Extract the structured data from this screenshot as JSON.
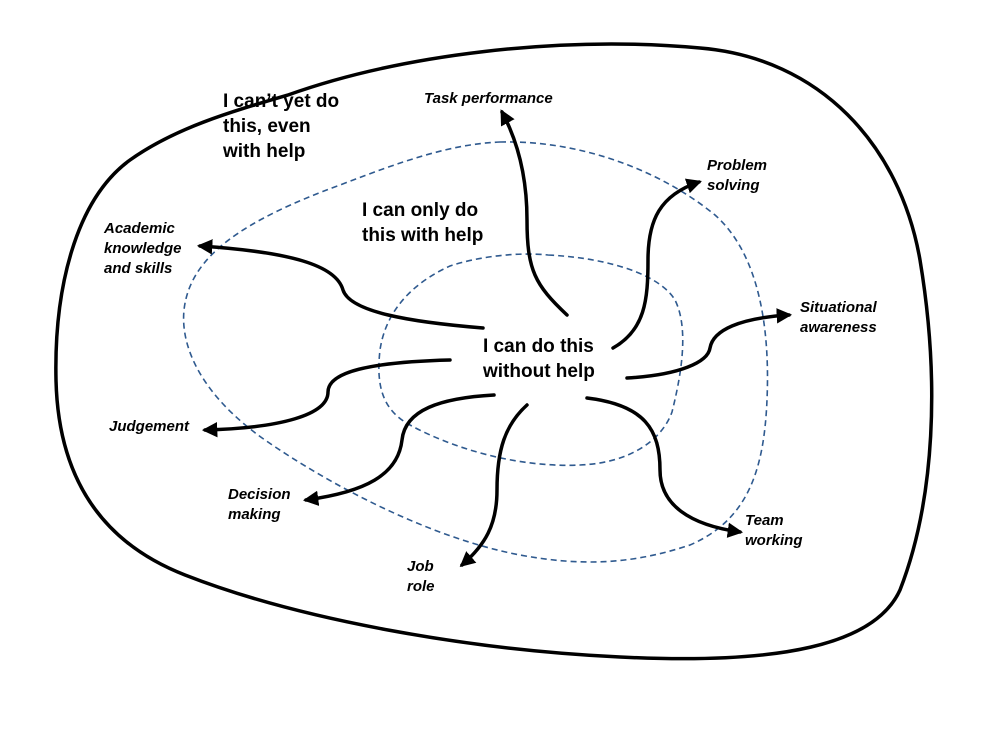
{
  "zones": {
    "outer": [
      "I can’t yet do",
      "this, even",
      "with help"
    ],
    "middle": [
      "I can only do",
      "this with help"
    ],
    "inner": [
      "I can do this",
      "without help"
    ]
  },
  "outcomes": {
    "task_performance": [
      "Task performance"
    ],
    "problem_solving": [
      "Problem",
      "solving"
    ],
    "academic": [
      "Academic",
      "knowledge",
      "and skills"
    ],
    "situational_awareness": [
      "Situational",
      "awareness"
    ],
    "judgement": [
      "Judgement"
    ],
    "decision_making": [
      "Decision",
      "making"
    ],
    "team_working": [
      "Team",
      "working"
    ],
    "job_role": [
      "Job",
      "role"
    ]
  },
  "colors": {
    "outer_boundary": "#000000",
    "dashed_boundaries": "#2f5a8f",
    "arrows": "#000000"
  }
}
